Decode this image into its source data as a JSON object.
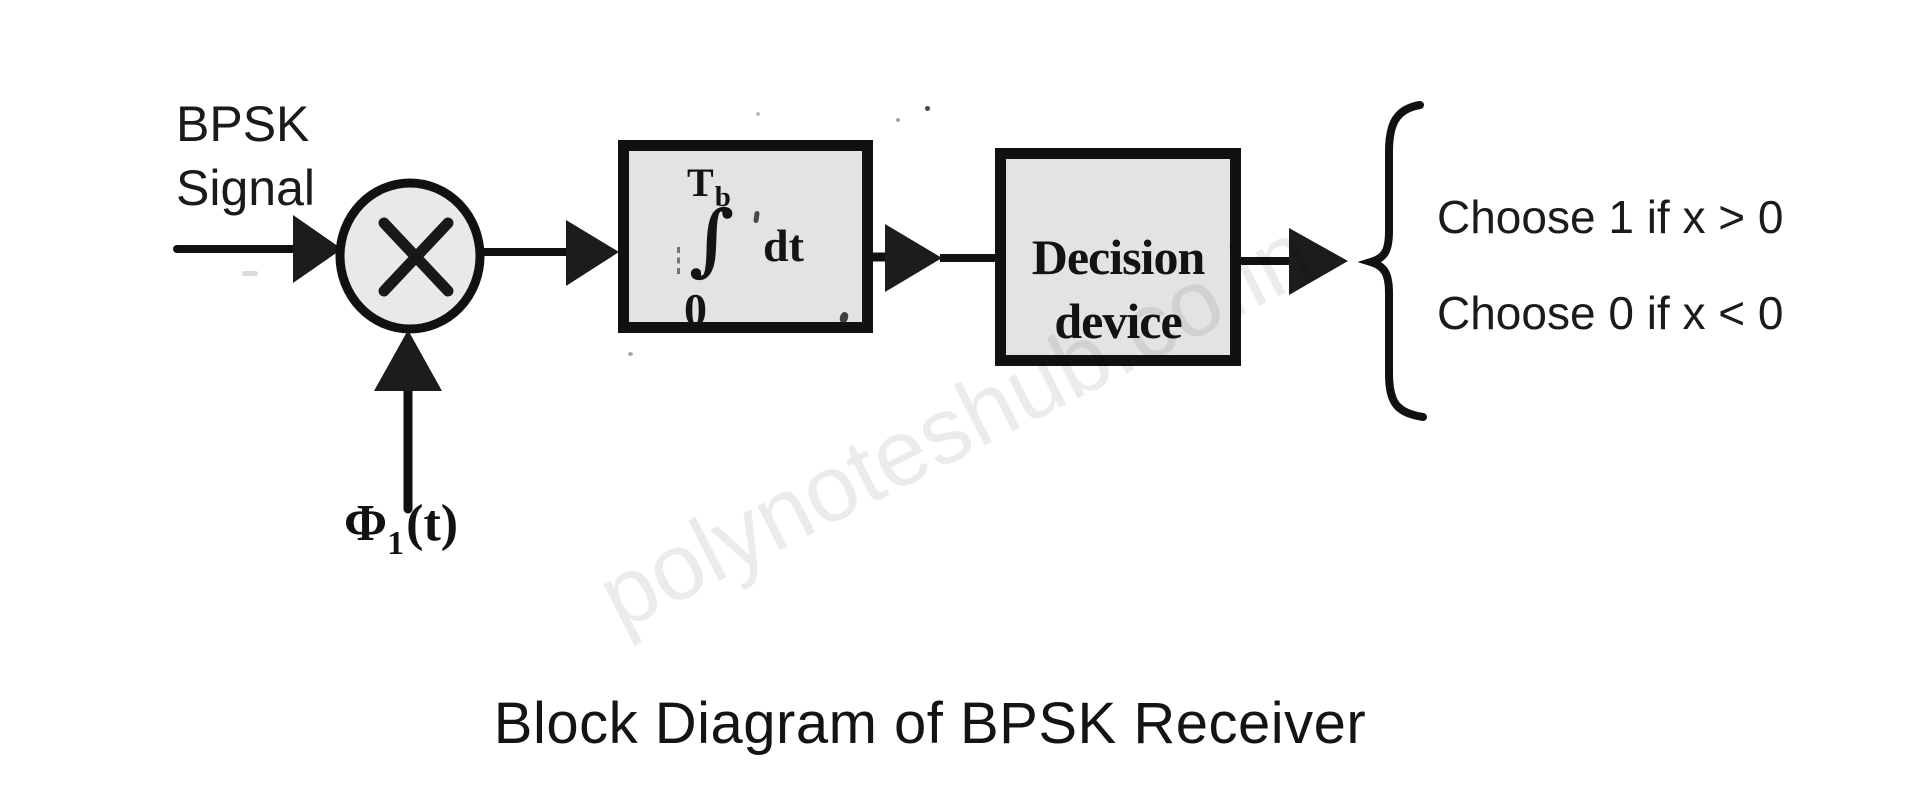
{
  "diagram": {
    "input": {
      "label_line1": "BPSK",
      "label_line2": "Signal"
    },
    "multiplier": {
      "symbol": "×",
      "meaning": "multiplier"
    },
    "carrier": {
      "symbol": "Φ",
      "subscript": "1",
      "argument": "(t)"
    },
    "integrator": {
      "upper_limit_main": "T",
      "upper_limit_sub": "b",
      "integral_sign": "∫",
      "lower_limit": "0",
      "integrand": "dt"
    },
    "decision": {
      "line1": "Decision",
      "line2": "device"
    },
    "output": {
      "rule1": "Choose 1 if x > 0",
      "rule2": "Choose 0 if x < 0"
    },
    "caption": "Block Diagram of BPSK Receiver",
    "watermark": "polynoteshub.co.in",
    "colors": {
      "ink": "#111111",
      "block_fill": "#e3e3e1",
      "circle_fill": "#e9e9e7",
      "watermark": "rgba(0,0,0,0.08)"
    }
  }
}
